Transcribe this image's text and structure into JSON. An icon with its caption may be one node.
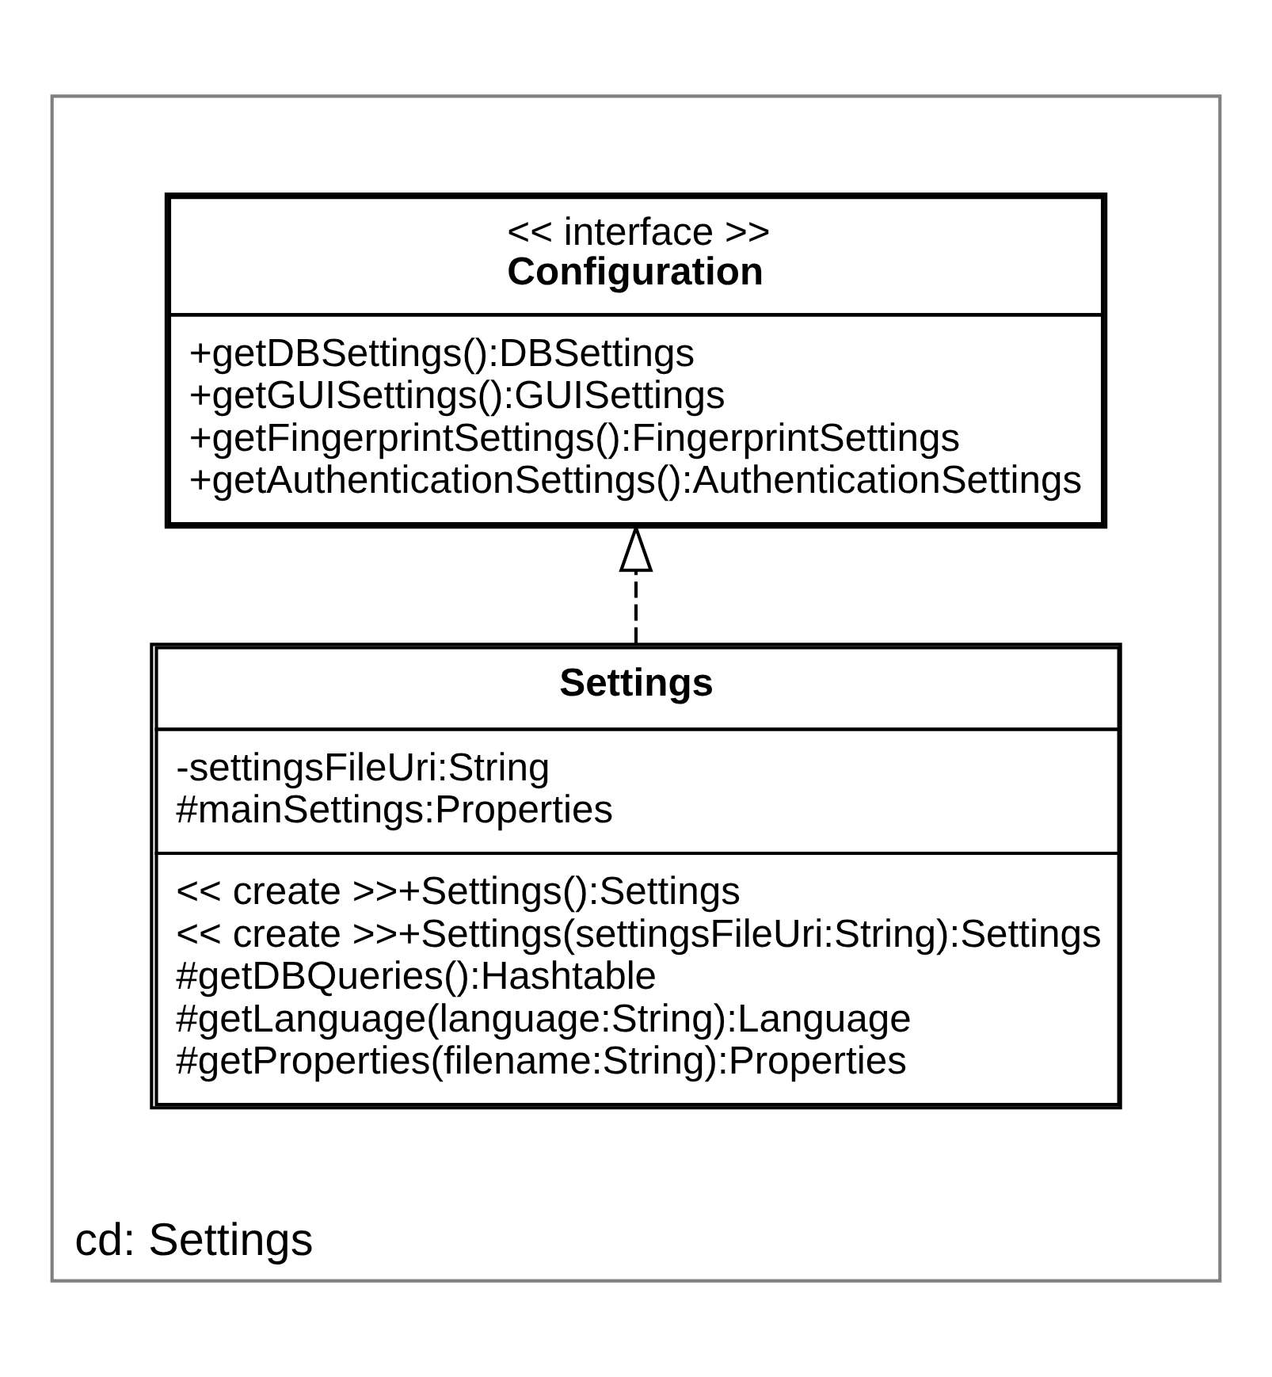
{
  "diagram": {
    "nodes": [
      {
        "text": [
          "cd: Settings"
        ]
      },
      {
        "text": [
          "<< interface >>",
          "Configuration",
          "+getDBSettings():DBSettings",
          "+getGUISettings():GUISettings",
          "+getFingerprintSettings():FingerprintSettings",
          "+getAuthenticationSettings():AuthenticationSettings"
        ],
        "in": 0
      },
      {
        "text": [
          "Settings",
          "-settingsFileUri:String",
          "#mainSettings:Properties",
          "<< create >>+Settings():Settings",
          "<< create >>+Settings(settingsFileUri:String):Settings",
          "#getDBQueries():Hashtable",
          "#getLanguage(language:String):Language",
          "#getProperties(filename:String):Properties"
        ],
        "in": 0
      }
    ],
    "edges": [
      {
        "from": 2,
        "to": 1,
        "arrow": "to",
        "style": "dashed"
      }
    ]
  }
}
